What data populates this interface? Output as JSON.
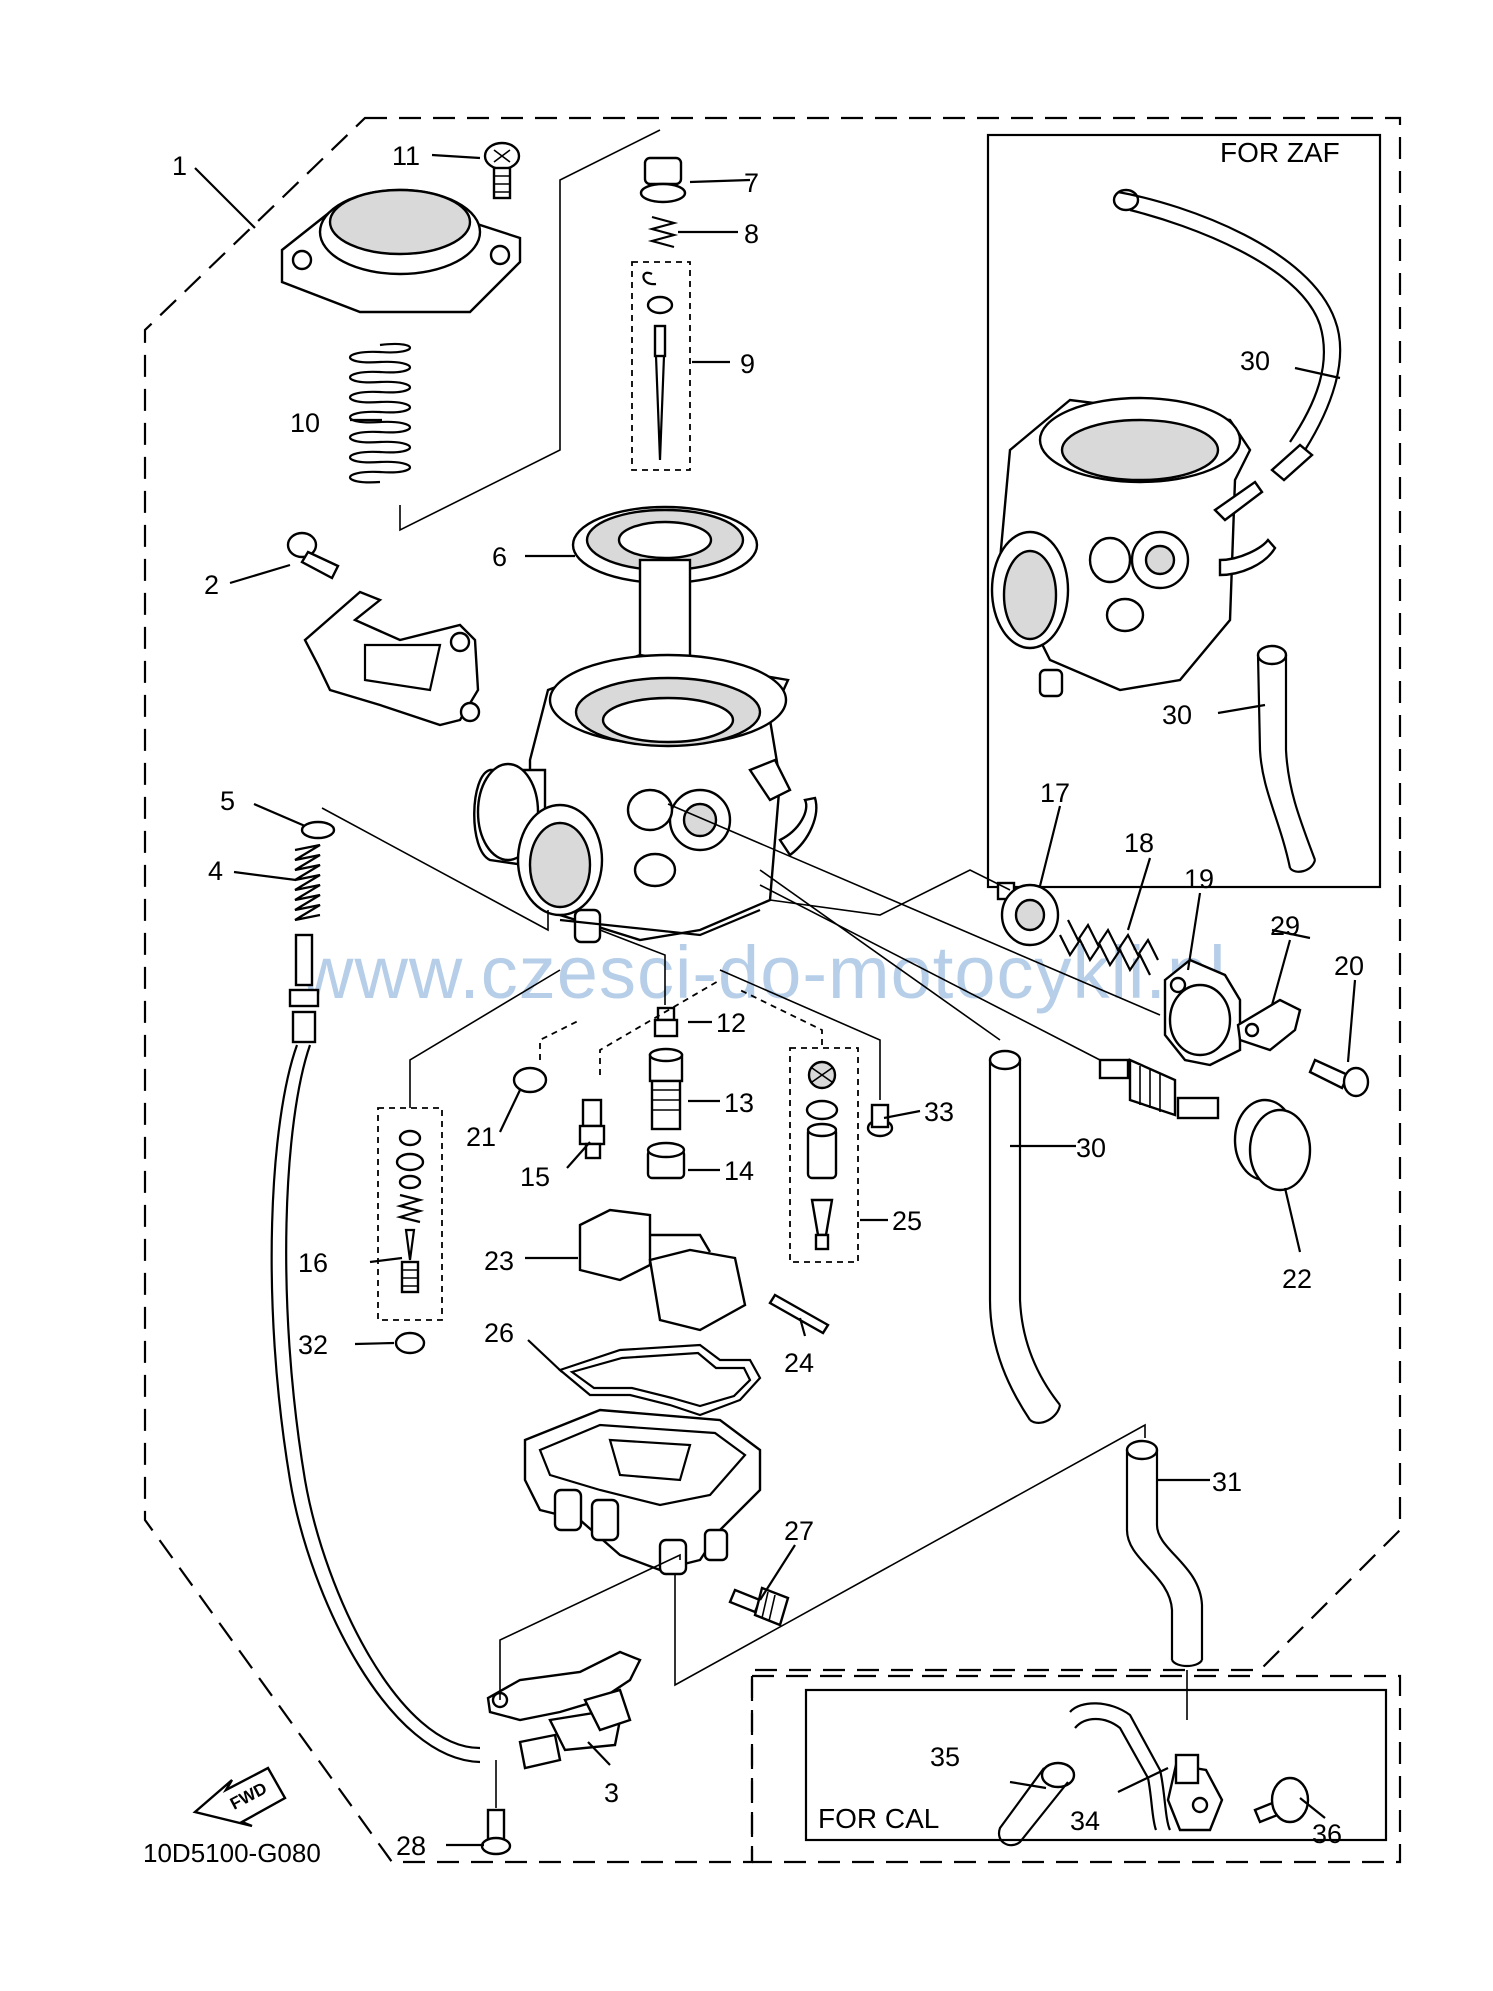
{
  "diagram": {
    "code": "10D5100-G080",
    "watermark": "www.czesci-do-motocykli.pl",
    "fwd_label": "FWD",
    "boxes": {
      "zaf": "FOR ZAF",
      "cal": "FOR CAL"
    },
    "callouts": [
      {
        "id": "c1",
        "label": "1"
      },
      {
        "id": "c2",
        "label": "2"
      },
      {
        "id": "c3",
        "label": "3"
      },
      {
        "id": "c4",
        "label": "4"
      },
      {
        "id": "c5",
        "label": "5"
      },
      {
        "id": "c6",
        "label": "6"
      },
      {
        "id": "c7",
        "label": "7"
      },
      {
        "id": "c8",
        "label": "8"
      },
      {
        "id": "c9",
        "label": "9"
      },
      {
        "id": "c10",
        "label": "10"
      },
      {
        "id": "c11",
        "label": "11"
      },
      {
        "id": "c12",
        "label": "12"
      },
      {
        "id": "c13",
        "label": "13"
      },
      {
        "id": "c14",
        "label": "14"
      },
      {
        "id": "c15",
        "label": "15"
      },
      {
        "id": "c16",
        "label": "16"
      },
      {
        "id": "c17",
        "label": "17"
      },
      {
        "id": "c18",
        "label": "18"
      },
      {
        "id": "c19",
        "label": "19"
      },
      {
        "id": "c20",
        "label": "20"
      },
      {
        "id": "c21",
        "label": "21"
      },
      {
        "id": "c22",
        "label": "22"
      },
      {
        "id": "c23",
        "label": "23"
      },
      {
        "id": "c24",
        "label": "24"
      },
      {
        "id": "c25",
        "label": "25"
      },
      {
        "id": "c26",
        "label": "26"
      },
      {
        "id": "c27",
        "label": "27"
      },
      {
        "id": "c28",
        "label": "28"
      },
      {
        "id": "c29",
        "label": "29"
      },
      {
        "id": "c30a",
        "label": "30"
      },
      {
        "id": "c30b",
        "label": "30"
      },
      {
        "id": "c30c",
        "label": "30"
      },
      {
        "id": "c31",
        "label": "31"
      },
      {
        "id": "c32",
        "label": "32"
      },
      {
        "id": "c33",
        "label": "33"
      },
      {
        "id": "c34",
        "label": "34"
      },
      {
        "id": "c35",
        "label": "35"
      },
      {
        "id": "c36",
        "label": "36"
      }
    ]
  }
}
